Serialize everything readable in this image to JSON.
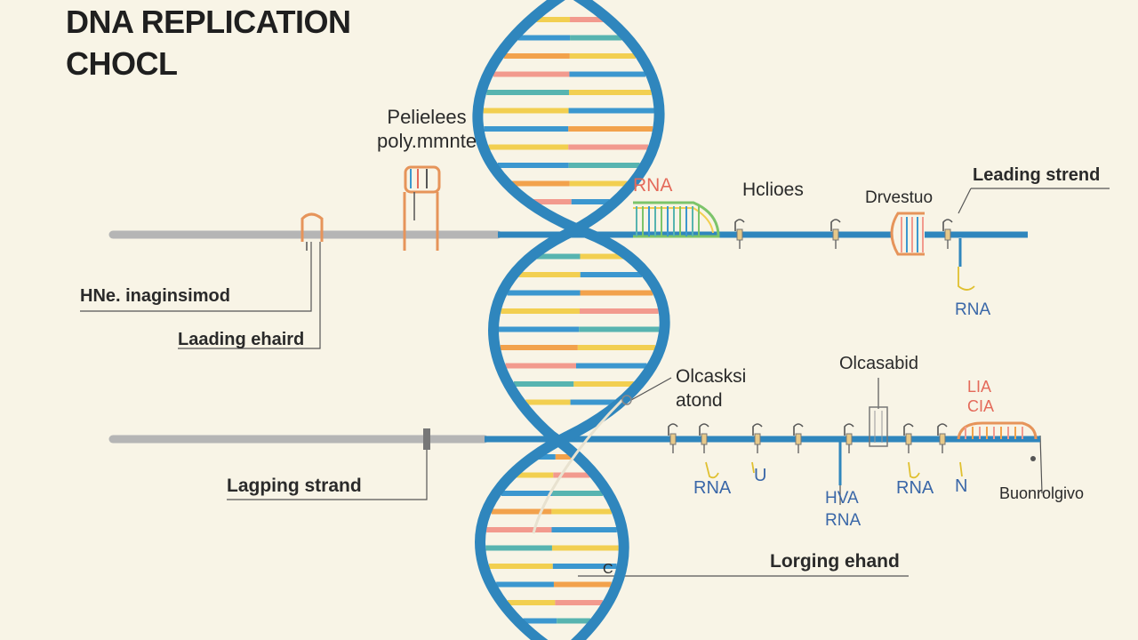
{
  "title": {
    "line1": "DNA REPLICATION",
    "line2": "CHOCL"
  },
  "labels": {
    "polymerase_line1": "Pelielees",
    "polymerase_line2": "poly.mmnte",
    "rna_top": "RNA",
    "helicase": "Hclioes",
    "dnase": "Drvestuo",
    "leading_top": "Leading strend",
    "rna_top_right": "RNA",
    "hne": "HNe. inaginsimod",
    "leading_left": "Laading ehaird",
    "okazaki_line1": "Olcasksi",
    "okazaki_line2": "atond",
    "okazabid": "Olcasabid",
    "lia_line1": "LIA",
    "lia_line2": "CIA",
    "lagging_left": "Lagping strand",
    "rna_b1": "RNA",
    "u_label": "U",
    "hva_line1": "HVA",
    "hva_line2": "RNA",
    "rna_b2": "RNA",
    "n_label": "N",
    "buorrolgico": "Buonrolgivo",
    "lagging_bottom": "Lorging ehand",
    "c_label": "C"
  },
  "colors": {
    "background": "#f8f4e6",
    "backbone_blue": "#2f86bd",
    "gray_strand": "#b5b5b5",
    "text_dark": "#2a2a2a",
    "rna_red": "#e46a5a",
    "rna_blue": "#3a67a8",
    "rung_yellow": "#f2cf50",
    "rung_orange": "#f2a24c",
    "rung_blue": "#3b97cf",
    "rung_pink": "#f29a8e",
    "rung_teal": "#57b4b0",
    "enzyme_orange": "#e6945a",
    "enzyme_green": "#7cc46a"
  }
}
